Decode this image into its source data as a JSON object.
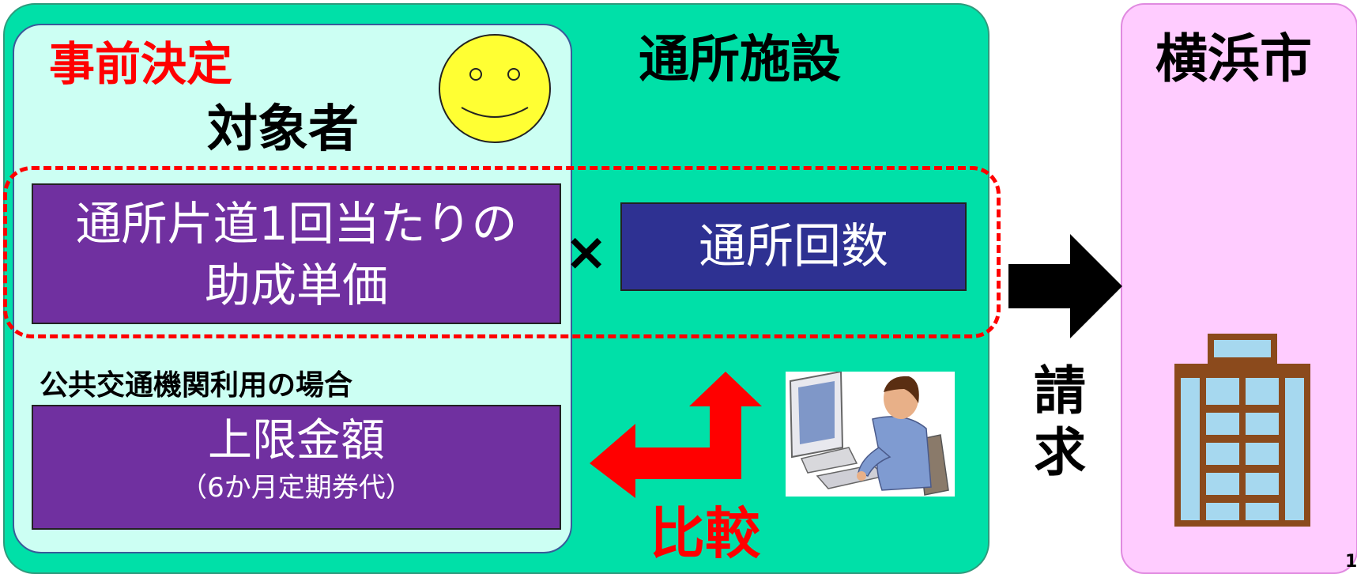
{
  "facility": {
    "title": "通所施設"
  },
  "subject": {
    "prior_decision": "事前決定",
    "title": "対象者",
    "unit_price_line1": "通所片道1回当たりの",
    "unit_price_line2": "助成単価",
    "public_transport_label": "公共交通機関利用の場合",
    "limit_title": "上限金額",
    "limit_sub": "（6か月定期券代）"
  },
  "operator": {
    "times": "×"
  },
  "count_box": {
    "label": "通所回数"
  },
  "compare": {
    "label": "比較"
  },
  "request": {
    "char1": "請",
    "char2": "求"
  },
  "city": {
    "title": "横浜市"
  },
  "page_number": "1",
  "colors": {
    "facility_bg": "#00e0a8",
    "subject_bg": "#ccfff3",
    "city_bg": "#ffccff",
    "purple": "#7030a0",
    "navy": "#2e3192",
    "red": "#ff0000"
  }
}
